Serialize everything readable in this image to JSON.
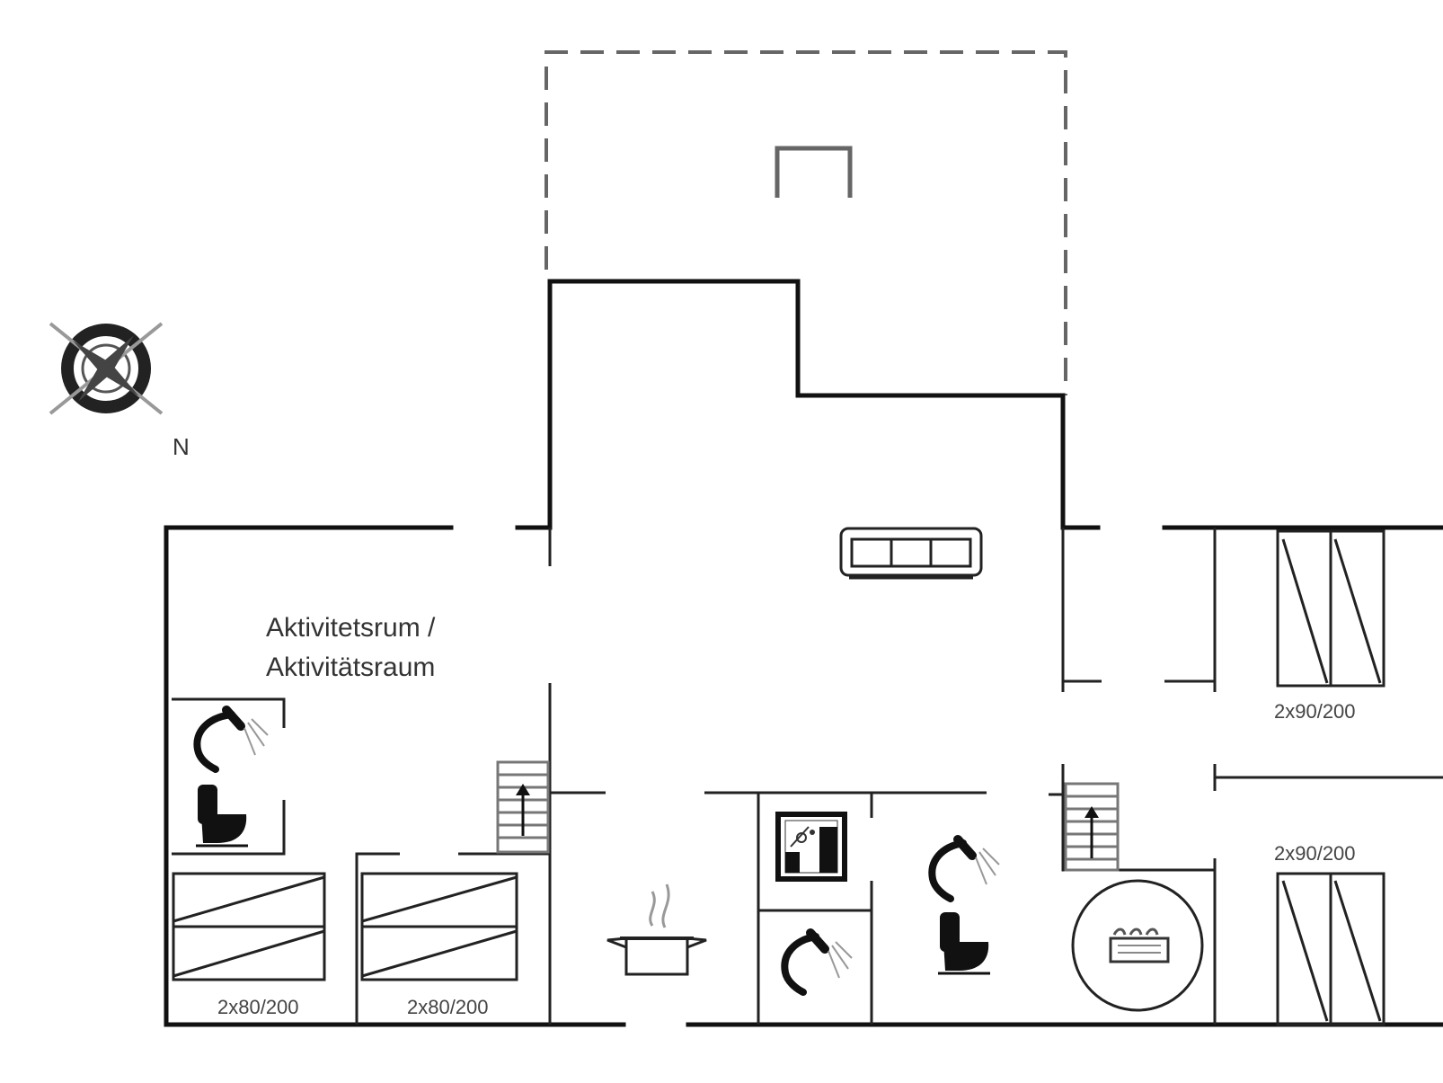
{
  "room_label": {
    "line1": "Aktivitetsrum /",
    "line2": "Aktivitätsraum"
  },
  "compass": {
    "north_label": "N"
  },
  "beds": [
    {
      "id": "bed-left-1",
      "label": "2x80/200"
    },
    {
      "id": "bed-left-2",
      "label": "2x80/200"
    },
    {
      "id": "bed-right-top",
      "label": "2x90/200"
    },
    {
      "id": "bed-right-bottom",
      "label": "2x90/200"
    }
  ],
  "icons": [
    "compass-rose-icon",
    "sofa-icon",
    "shower-icon",
    "toilet-icon",
    "stairs-icon",
    "cooking-pot-icon",
    "washing-machine-icon",
    "spa-tub-icon"
  ],
  "colors": {
    "wall": "#111111",
    "line": "#222222",
    "dashed_outline": "#666666",
    "background": "#ffffff"
  }
}
